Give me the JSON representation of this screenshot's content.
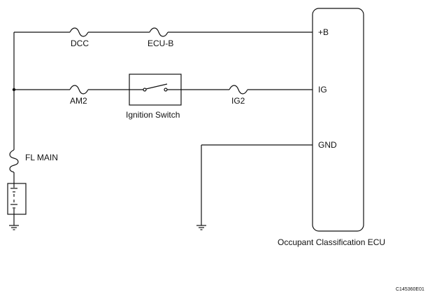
{
  "diagram": {
    "fuses": {
      "dcc": "DCC",
      "ecu_b": "ECU-B",
      "am2": "AM2",
      "ig2": "IG2",
      "fl_main": "FL MAIN"
    },
    "switch_label": "Ignition Switch",
    "ecu": {
      "name": "Occupant Classification ECU",
      "pins": {
        "b_plus": "+B",
        "ig": "IG",
        "gnd": "GND"
      }
    },
    "figure_code": "C145360E01"
  }
}
